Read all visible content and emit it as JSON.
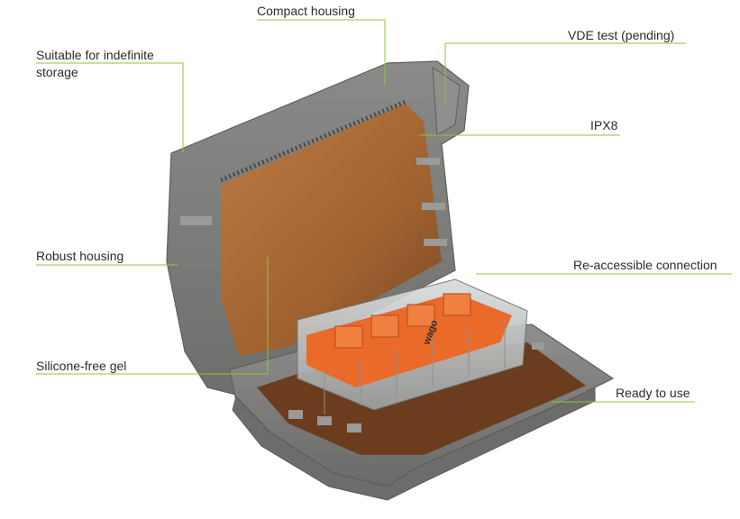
{
  "labels": {
    "compact_housing": "Compact housing",
    "vde_test": "VDE test (pending)",
    "indefinite_storage_line1": "Suitable for indefinite",
    "indefinite_storage_line2": "storage",
    "ipx8": "IPX8",
    "robust_housing": "Robust housing",
    "re_accessible": "Re-accessible connection",
    "silicone_free_gel": "Silicone-free gel",
    "ready_to_use": "Ready to use"
  },
  "brand_mark": "wago",
  "colors": {
    "leader_line": "#8cc63f",
    "housing_gray": "#7f7f7d",
    "gel_amber": "#b0672e",
    "lever_orange": "#ea6a2a"
  }
}
